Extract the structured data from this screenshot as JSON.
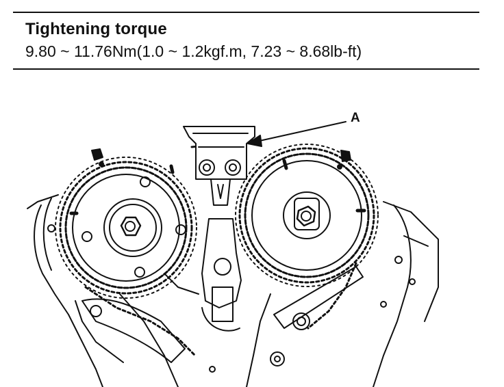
{
  "spec": {
    "title": "Tightening torque",
    "value": "9.80 ~ 11.76Nm(1.0 ~ 1.2kgf.m, 7.23 ~ 8.68lb-ft)"
  },
  "diagram": {
    "callout_label": "A"
  }
}
